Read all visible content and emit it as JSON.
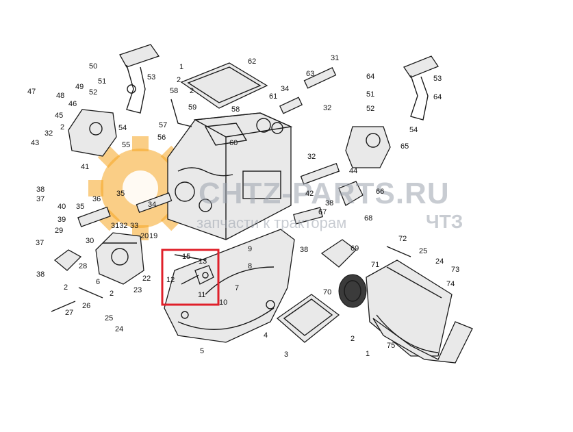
{
  "watermark": {
    "site": "CHTZ-PARTS.RU",
    "tagline": "запчасти к тракторам",
    "brand": "ЧТЗ",
    "accent": "#f5a623",
    "gray": "#9aa3ad"
  },
  "highlight": {
    "color": "#e0202a",
    "items": [
      "15",
      "13",
      "12",
      "11"
    ]
  },
  "callouts": [
    {
      "id": "1a",
      "text": "1"
    },
    {
      "id": "2a",
      "text": "2"
    },
    {
      "id": "62",
      "text": "62"
    },
    {
      "id": "31",
      "text": "31"
    },
    {
      "id": "63",
      "text": "63"
    },
    {
      "id": "64a",
      "text": "64"
    },
    {
      "id": "50",
      "text": "50"
    },
    {
      "id": "49",
      "text": "49"
    },
    {
      "id": "48",
      "text": "48"
    },
    {
      "id": "47",
      "text": "47"
    },
    {
      "id": "53a",
      "text": "53"
    },
    {
      "id": "51a",
      "text": "51"
    },
    {
      "id": "52a",
      "text": "52"
    },
    {
      "id": "58a",
      "text": "58"
    },
    {
      "id": "2b",
      "text": "2"
    },
    {
      "id": "59",
      "text": "59"
    },
    {
      "id": "58b",
      "text": "58"
    },
    {
      "id": "57",
      "text": "57"
    },
    {
      "id": "61",
      "text": "61"
    },
    {
      "id": "34a",
      "text": "34"
    },
    {
      "id": "32a",
      "text": "32"
    },
    {
      "id": "53b",
      "text": "53"
    },
    {
      "id": "51b",
      "text": "51"
    },
    {
      "id": "64b",
      "text": "64"
    },
    {
      "id": "52b",
      "text": "52"
    },
    {
      "id": "54a",
      "text": "54"
    },
    {
      "id": "46",
      "text": "46"
    },
    {
      "id": "45",
      "text": "45"
    },
    {
      "id": "2c",
      "text": "2"
    },
    {
      "id": "54b",
      "text": "54"
    },
    {
      "id": "60",
      "text": "60"
    },
    {
      "id": "65",
      "text": "65"
    },
    {
      "id": "32b",
      "text": "32"
    },
    {
      "id": "43",
      "text": "43"
    },
    {
      "id": "55",
      "text": "55"
    },
    {
      "id": "56",
      "text": "56"
    },
    {
      "id": "41",
      "text": "41"
    },
    {
      "id": "32c",
      "text": "32"
    },
    {
      "id": "44",
      "text": "44"
    },
    {
      "id": "38a",
      "text": "38"
    },
    {
      "id": "37a",
      "text": "37"
    },
    {
      "id": "40",
      "text": "40"
    },
    {
      "id": "35a",
      "text": "35"
    },
    {
      "id": "42",
      "text": "42"
    },
    {
      "id": "66",
      "text": "66"
    },
    {
      "id": "36",
      "text": "36"
    },
    {
      "id": "38b",
      "text": "38"
    },
    {
      "id": "39",
      "text": "39"
    },
    {
      "id": "35b",
      "text": "35"
    },
    {
      "id": "34b",
      "text": "34"
    },
    {
      "id": "67",
      "text": "67"
    },
    {
      "id": "3132",
      "text": "3132"
    },
    {
      "id": "33",
      "text": "33"
    },
    {
      "id": "68",
      "text": "68"
    },
    {
      "id": "29",
      "text": "29"
    },
    {
      "id": "30",
      "text": "30"
    },
    {
      "id": "20",
      "text": "20"
    },
    {
      "id": "19",
      "text": "19"
    },
    {
      "id": "37b",
      "text": "37"
    },
    {
      "id": "72",
      "text": "72"
    },
    {
      "id": "38c",
      "text": "38"
    },
    {
      "id": "69",
      "text": "69"
    },
    {
      "id": "25a",
      "text": "25"
    },
    {
      "id": "15",
      "text": "15"
    },
    {
      "id": "13",
      "text": "13"
    },
    {
      "id": "9",
      "text": "9"
    },
    {
      "id": "28",
      "text": "28"
    },
    {
      "id": "38d",
      "text": "38"
    },
    {
      "id": "24a",
      "text": "24"
    },
    {
      "id": "71",
      "text": "71"
    },
    {
      "id": "73",
      "text": "73"
    },
    {
      "id": "8",
      "text": "8"
    },
    {
      "id": "22",
      "text": "22"
    },
    {
      "id": "6",
      "text": "6"
    },
    {
      "id": "12",
      "text": "12"
    },
    {
      "id": "74",
      "text": "74"
    },
    {
      "id": "2d",
      "text": "2"
    },
    {
      "id": "23",
      "text": "23"
    },
    {
      "id": "11",
      "text": "11"
    },
    {
      "id": "7",
      "text": "7"
    },
    {
      "id": "70",
      "text": "70"
    },
    {
      "id": "26",
      "text": "26"
    },
    {
      "id": "2e",
      "text": "2"
    },
    {
      "id": "10",
      "text": "10"
    },
    {
      "id": "27",
      "text": "27"
    },
    {
      "id": "25b",
      "text": "25"
    },
    {
      "id": "24b",
      "text": "24"
    },
    {
      "id": "4",
      "text": "4"
    },
    {
      "id": "2f",
      "text": "2"
    },
    {
      "id": "5",
      "text": "5"
    },
    {
      "id": "75",
      "text": "75"
    },
    {
      "id": "1b",
      "text": "1"
    },
    {
      "id": "3",
      "text": "3"
    }
  ]
}
